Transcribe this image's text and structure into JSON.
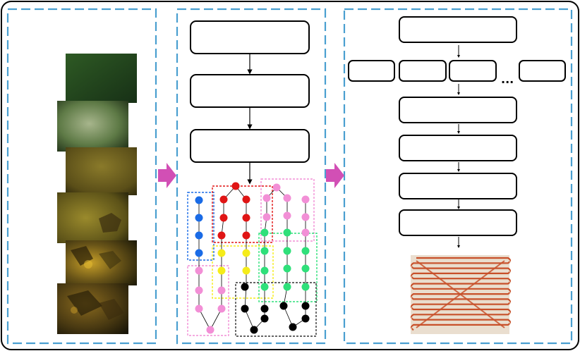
{
  "colors": {
    "outer_border": "#000000",
    "panel_dash": "#4a9fd0",
    "arrow_magenta": "#d24fb5",
    "box_stroke": "#000000",
    "dot_blue": "#1a6be6",
    "dot_red": "#e01515",
    "dot_pink": "#f28fd6",
    "dot_green": "#2fe07a",
    "dot_yellow": "#f5ec1a",
    "dot_black": "#000000",
    "sea_dark": "#1f2a10",
    "sea_green": "#3f6a2a",
    "sea_olive": "#7a6a1e",
    "sea_amber": "#a88a22",
    "mosaic_rust": "#c8502a",
    "mosaic_tan": "#c9a886"
  },
  "panels": {
    "images": {
      "name": "underwater-image-sequence",
      "tile_count": 6
    },
    "workflow": {
      "box_count": 3,
      "group_colors": [
        "blue",
        "red",
        "pink",
        "green",
        "yellow",
        "black",
        "pink"
      ]
    },
    "pipeline": {
      "top_box_count": 1,
      "parallel_box_count": 4,
      "ellipsis": "...",
      "stage_box_count": 4
    }
  }
}
